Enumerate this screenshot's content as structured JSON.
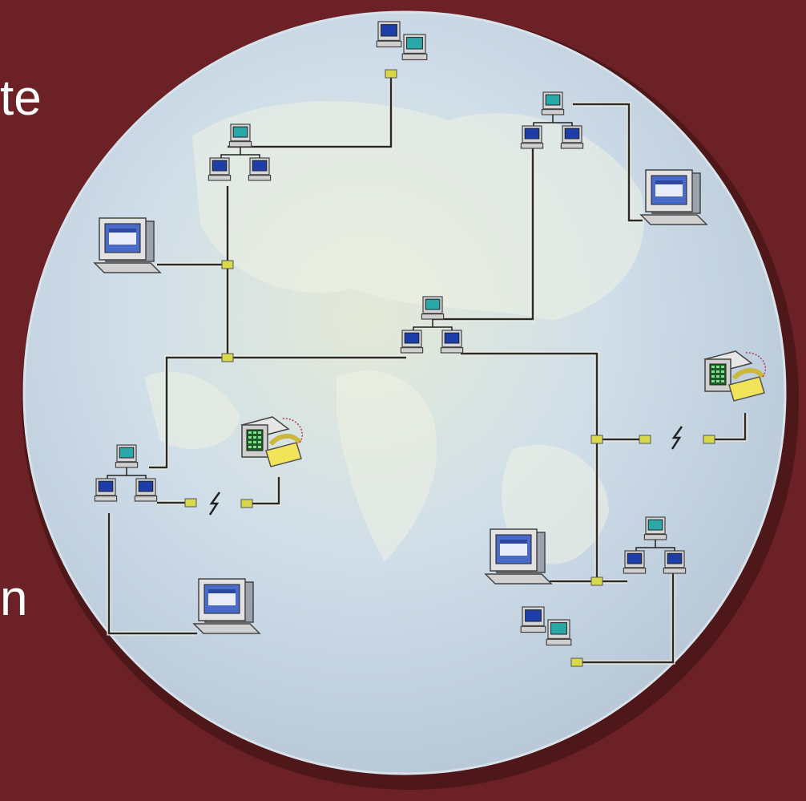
{
  "slide": {
    "background_color": "#6b2125",
    "text_fragments": [
      "te",
      "n"
    ]
  },
  "diagram": {
    "globe_colors": {
      "ocean": "#cfdde9",
      "land": "#e4ead8",
      "rim": "#b9c9d8"
    },
    "link_color": "#2a2a2a",
    "hub_color": "#d8d84a",
    "nodes": [
      {
        "id": "ws-top",
        "kind": "workstation-pair"
      },
      {
        "id": "cluster-nw",
        "kind": "computer-cluster"
      },
      {
        "id": "cluster-ne",
        "kind": "computer-cluster"
      },
      {
        "id": "pc-west",
        "kind": "desktop-computer"
      },
      {
        "id": "pc-east",
        "kind": "desktop-computer"
      },
      {
        "id": "cluster-center",
        "kind": "computer-cluster"
      },
      {
        "id": "modem-east",
        "kind": "modem-phone"
      },
      {
        "id": "cluster-sw",
        "kind": "computer-cluster"
      },
      {
        "id": "modem-sw",
        "kind": "modem-phone"
      },
      {
        "id": "pc-southwest",
        "kind": "desktop-computer"
      },
      {
        "id": "pc-southeast",
        "kind": "desktop-computer"
      },
      {
        "id": "cluster-se",
        "kind": "computer-cluster"
      },
      {
        "id": "ws-bottom",
        "kind": "workstation-pair"
      }
    ],
    "links": [
      {
        "from": "cluster-nw",
        "to": "ws-top",
        "type": "wired"
      },
      {
        "from": "pc-west",
        "to": "cluster-nw",
        "type": "wired"
      },
      {
        "from": "cluster-nw",
        "to": "cluster-center",
        "type": "wired"
      },
      {
        "from": "cluster-sw",
        "to": "cluster-center",
        "type": "wired"
      },
      {
        "from": "cluster-center",
        "to": "cluster-ne",
        "type": "wired"
      },
      {
        "from": "cluster-ne",
        "to": "pc-east",
        "type": "wired"
      },
      {
        "from": "cluster-center",
        "to": "cluster-se",
        "type": "wired"
      },
      {
        "from": "cluster-sw",
        "to": "modem-sw",
        "type": "wireless"
      },
      {
        "from": "cluster-sw",
        "to": "pc-southwest",
        "type": "wired"
      },
      {
        "from": "cluster-se",
        "to": "modem-east",
        "type": "wireless"
      },
      {
        "from": "pc-southeast",
        "to": "cluster-se",
        "type": "wired"
      },
      {
        "from": "cluster-se",
        "to": "ws-bottom",
        "type": "wired"
      }
    ]
  }
}
